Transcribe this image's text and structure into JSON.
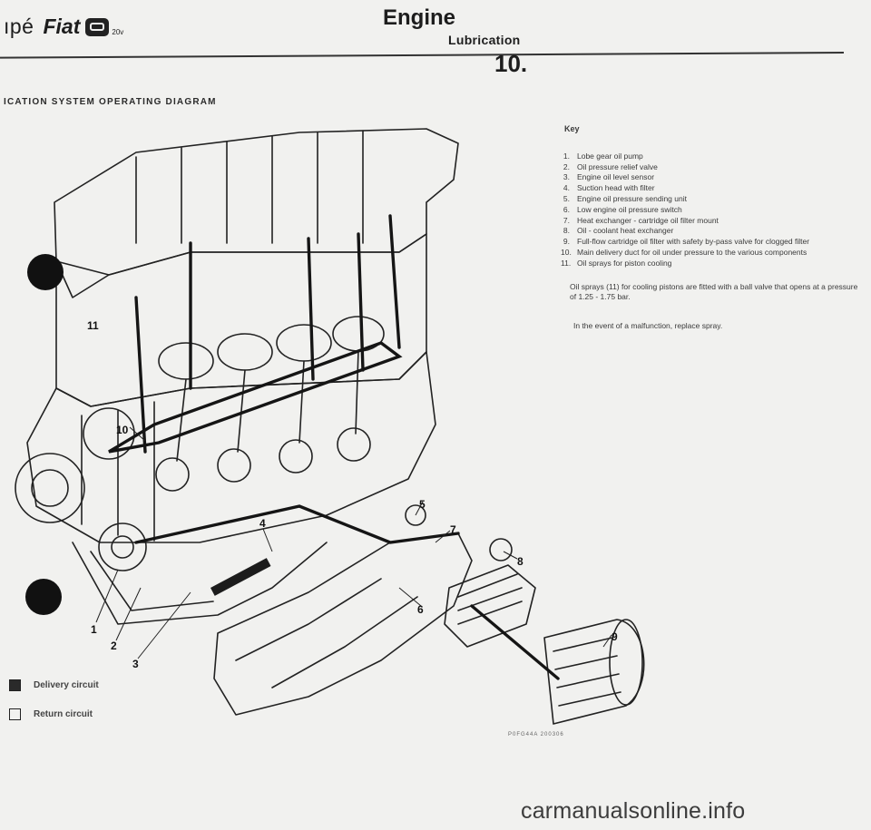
{
  "header": {
    "brand_prefix": "ıpé",
    "brand_name": "Fiat",
    "brand_badge_icon": "fiat-coupe-badge-icon",
    "brand_badge_suffix": "20v",
    "title": "Engine",
    "subtitle": "Lubrication",
    "section_number": "10."
  },
  "diagram": {
    "title": "ICATION SYSTEM OPERATING DIAGRAM",
    "callouts": [
      "1",
      "2",
      "3",
      "4",
      "5",
      "6",
      "7",
      "8",
      "9",
      "10",
      "11"
    ],
    "code": "P0FG44A  200306"
  },
  "key": {
    "title": "Key",
    "items": [
      {
        "n": "1.",
        "text": "Lobe gear oil pump"
      },
      {
        "n": "2.",
        "text": "Oil pressure relief valve"
      },
      {
        "n": "3.",
        "text": "Engine oil level sensor"
      },
      {
        "n": "4.",
        "text": "Suction head with filter"
      },
      {
        "n": "5.",
        "text": "Engine oil pressure sending unit"
      },
      {
        "n": "6.",
        "text": "Low engine oil pressure switch"
      },
      {
        "n": "7.",
        "text": "Heat exchanger - cartridge oil filter mount"
      },
      {
        "n": "8.",
        "text": "Oil - coolant heat exchanger"
      },
      {
        "n": "9.",
        "text": "Full-flow cartridge oil filter with safety by-pass valve for clogged filter"
      },
      {
        "n": "10.",
        "text": "Main delivery duct for oil under pressure to the various components"
      },
      {
        "n": "11.",
        "text": "Oil sprays for piston cooling"
      }
    ],
    "note1": "Oil sprays (11) for cooling pistons are fitted with a ball valve that opens at a pressure of 1.25 - 1.75 bar.",
    "note2": "In the event of a malfunction, replace spray."
  },
  "legend": {
    "delivery_label": "Delivery circuit",
    "return_label": "Return circuit"
  },
  "watermark": "carmanualsonline.info",
  "colors": {
    "paper": "#f1f1ef",
    "ink": "#1d1d1d",
    "delivery_fill": "#2a2a2a"
  }
}
